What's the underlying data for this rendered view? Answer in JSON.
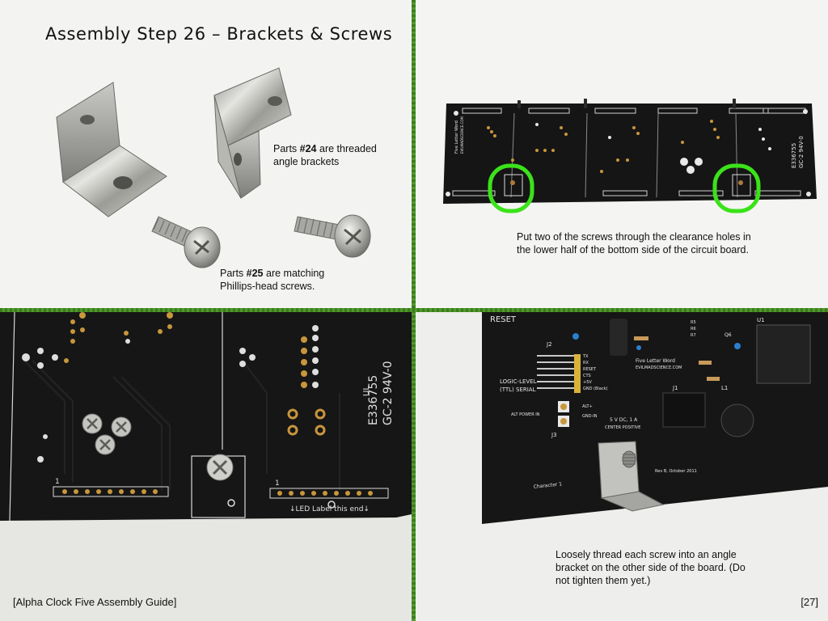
{
  "title": "Assembly Step 26 – Brackets & Screws",
  "parts_24": {
    "prefix": "Parts ",
    "number": "#24",
    "suffix": " are threaded angle brackets"
  },
  "parts_25": {
    "prefix": "Parts ",
    "number": "#25",
    "suffix": " are matching Phillips-head screws."
  },
  "step_screws_caption": "Put two of the screws through the clearance holes in the lower half of the bottom side of the circuit board.",
  "step_thread_caption": "Loosely thread each screw into an angle bracket on the other side of the board. (Do not tighten them yet.)",
  "footer": {
    "guide": "[Alpha Clock Five Assembly Guide]",
    "page": "[27]"
  },
  "colors": {
    "divider_green": "#4f9a2b",
    "highlight_green": "#3be21a",
    "pcb_black": "#151515",
    "pad_gold": "#c8963c",
    "silkscreen": "#e8e8e8"
  },
  "board_top": {
    "side_text_1": "Five Letter Word",
    "side_text_2": "EVILMADSCIENCE.COM",
    "cert_1": "E336755",
    "cert_2": "GC-2 94V-0"
  },
  "board_bottom": {
    "cert_1": "E336755",
    "cert_2": "GC-2 94V-0",
    "ul_mark": "UL",
    "header_left_pin": "1",
    "header_right_pin": "1",
    "led_label": "↓LED Label this end↓"
  },
  "board_front": {
    "reset": "RESET",
    "logic_level_1": "LOGIC-LEVEL",
    "logic_level_2": "(TTL) SERIAL",
    "pins": [
      "TX",
      "RX",
      "RESET",
      "CTS",
      "+5V",
      "GND (Black)"
    ],
    "j2": "J2",
    "j3": "J3",
    "j1": "J1",
    "l1": "L1",
    "u1": "U1",
    "q6": "Q6",
    "r5": "R5",
    "r6": "R6",
    "r7": "R7",
    "alt_power": "ALT POWER IN",
    "alt_plus": "ALT+",
    "gnd_in": "GND-IN",
    "power_1": "5 V DC, 1 A",
    "power_2": "CENTER POSITIVE",
    "brand_1": "Five Letter Word",
    "brand_2": "EVILMADSCIENCE.COM",
    "rev": "Rev B, October 2011",
    "character": "Character 1"
  }
}
